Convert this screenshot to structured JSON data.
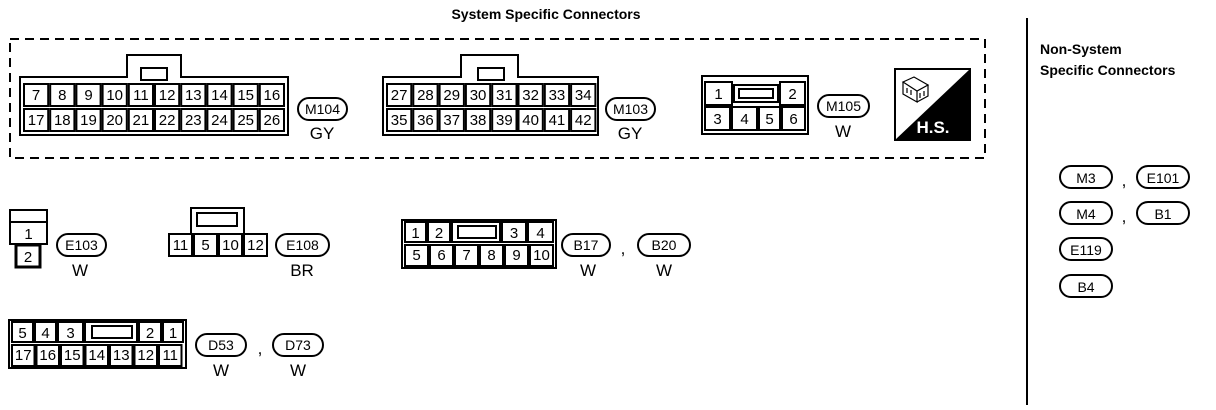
{
  "header": {
    "title": "System Specific Connectors",
    "side_title_line1": "Non-System",
    "side_title_line2": "Specific Connectors"
  },
  "connectors": {
    "m104": {
      "id": "M104",
      "color": "GY",
      "row1": [
        "7",
        "8",
        "9",
        "10",
        "11",
        "12",
        "13",
        "14",
        "15",
        "16"
      ],
      "row2": [
        "17",
        "18",
        "19",
        "20",
        "21",
        "22",
        "23",
        "24",
        "25",
        "26"
      ]
    },
    "m103": {
      "id": "M103",
      "color": "GY",
      "row1": [
        "27",
        "28",
        "29",
        "30",
        "31",
        "32",
        "33",
        "34"
      ],
      "row2": [
        "35",
        "36",
        "37",
        "38",
        "39",
        "40",
        "41",
        "42"
      ]
    },
    "m105": {
      "id": "M105",
      "color": "W",
      "row1": [
        "1",
        "2"
      ],
      "row2": [
        "3",
        "4",
        "5",
        "6"
      ]
    },
    "e103": {
      "id": "E103",
      "color": "W",
      "pins": [
        "1",
        "2"
      ]
    },
    "e108": {
      "id": "E108",
      "color": "BR",
      "pins": [
        "11",
        "5",
        "10",
        "12"
      ]
    },
    "b17_b20": {
      "ids": [
        "B17",
        "B20"
      ],
      "colors": [
        "W",
        "W"
      ],
      "row1": [
        "1",
        "2",
        "3",
        "4"
      ],
      "row2": [
        "5",
        "6",
        "7",
        "8",
        "9",
        "10"
      ]
    },
    "d53_d73": {
      "ids": [
        "D53",
        "D73"
      ],
      "colors": [
        "W",
        "W"
      ],
      "row1": [
        "5",
        "4",
        "3",
        "2",
        "1"
      ],
      "row2": [
        "17",
        "16",
        "15",
        "14",
        "13",
        "12",
        "11"
      ]
    }
  },
  "hs_badge": {
    "label": "H.S.",
    "icon": "harness-connector-icon"
  },
  "separator": ",",
  "non_system": [
    "M3",
    "E101",
    "M4",
    "B1",
    "E119",
    "B4"
  ]
}
